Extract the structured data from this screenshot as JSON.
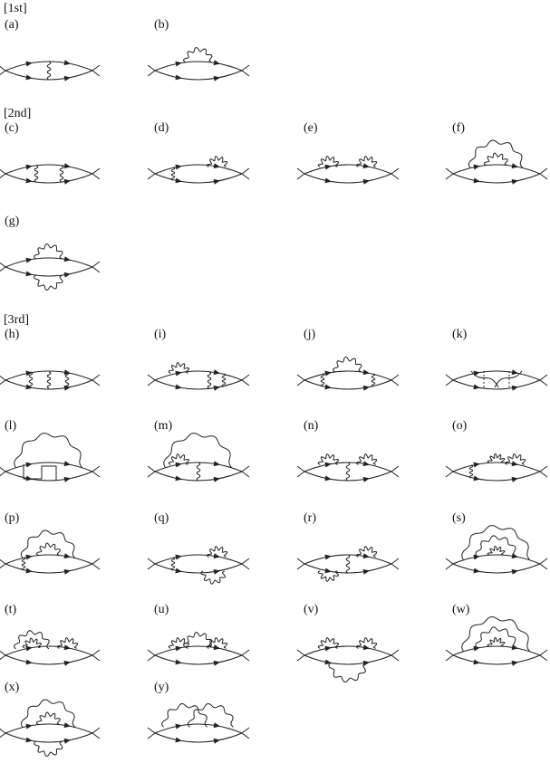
{
  "sections": [
    "[1st]",
    "[2nd]",
    "[3rd]"
  ],
  "diagrams": [
    {
      "label": "(a)",
      "parts": [
        "x1"
      ]
    },
    {
      "label": "(b)",
      "parts": [
        "st"
      ]
    },
    {
      "label": "(c)",
      "parts": [
        "x2"
      ]
    },
    {
      "label": "(d)",
      "parts": [
        "xl",
        "su"
      ]
    },
    {
      "label": "(e)",
      "parts": [
        "sl",
        "su"
      ]
    },
    {
      "label": "(f)",
      "parts": [
        "nest"
      ]
    },
    {
      "label": "(g)",
      "parts": [
        "st",
        "sb"
      ]
    },
    {
      "label": "(h)",
      "parts": [
        "x3"
      ]
    },
    {
      "label": "(i)",
      "parts": [
        "sl",
        "x2r"
      ]
    },
    {
      "label": "(j)",
      "parts": [
        "xl",
        "st",
        "xr"
      ]
    },
    {
      "label": "(k)",
      "parts": [
        "cross"
      ]
    },
    {
      "label": "(l)",
      "parts": [
        "big",
        "cross2"
      ]
    },
    {
      "label": "(m)",
      "parts": [
        "big",
        "sl",
        "x1"
      ]
    },
    {
      "label": "(n)",
      "parts": [
        "sl",
        "x1",
        "su"
      ]
    },
    {
      "label": "(o)",
      "parts": [
        "xl",
        "sc",
        "su"
      ]
    },
    {
      "label": "(p)",
      "parts": [
        "xl",
        "nest"
      ]
    },
    {
      "label": "(q)",
      "parts": [
        "xl",
        "su",
        "sb2"
      ]
    },
    {
      "label": "(r)",
      "parts": [
        "sbl",
        "x1",
        "su"
      ]
    },
    {
      "label": "(s)",
      "parts": [
        "nest3"
      ]
    },
    {
      "label": "(t)",
      "parts": [
        "nestl",
        "su"
      ]
    },
    {
      "label": "(u)",
      "parts": [
        "sl",
        "st",
        "su"
      ]
    },
    {
      "label": "(v)",
      "parts": [
        "sl",
        "su",
        "sbw"
      ]
    },
    {
      "label": "(w)",
      "parts": [
        "nest3"
      ]
    },
    {
      "label": "(x)",
      "parts": [
        "nest",
        "sb"
      ]
    },
    {
      "label": "(y)",
      "parts": [
        "overlap"
      ]
    }
  ]
}
